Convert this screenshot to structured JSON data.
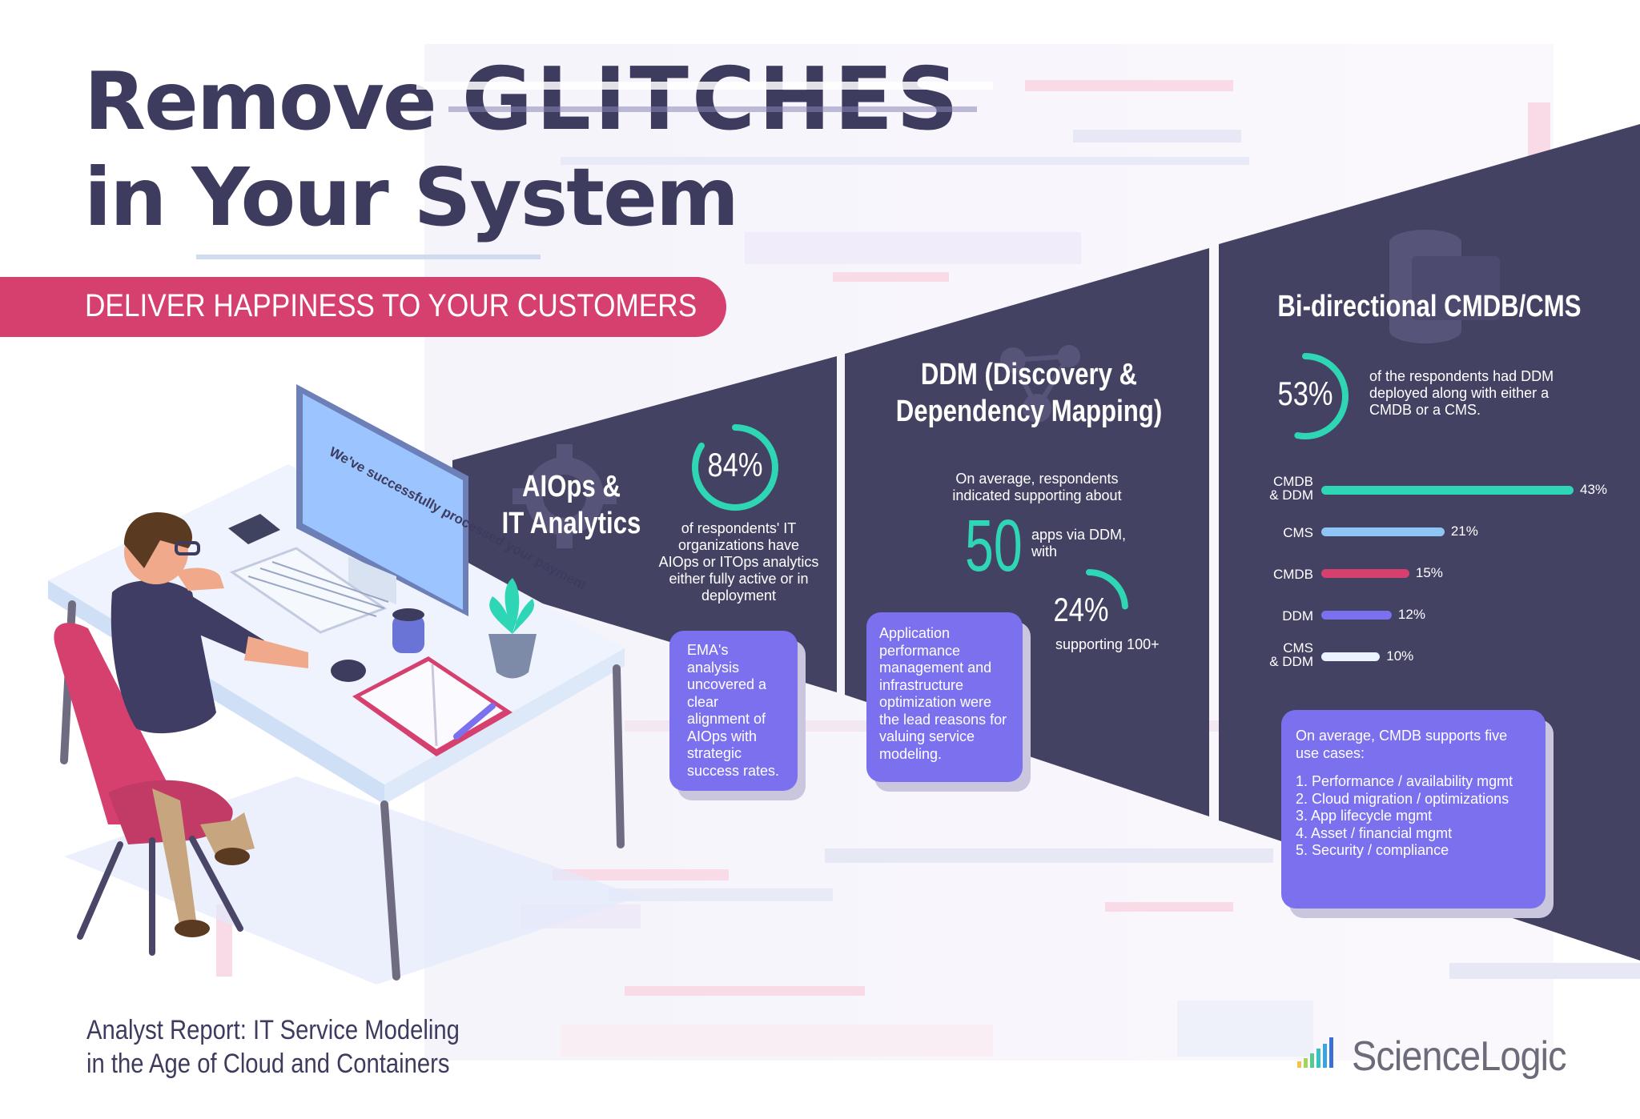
{
  "title": {
    "line1_a": "Remove",
    "line1_b": "GLITCHES",
    "line2": "in Your System"
  },
  "banner": "DELIVER HAPPINESS TO YOUR CUSTOMERS",
  "monitor_text": "We've successfully processed your payment",
  "aiops": {
    "title_line1": "AIOps &",
    "title_line2": "IT Analytics",
    "stat": "84%",
    "stat_fraction": 0.84,
    "description": "of respondents' IT organizations have AIOps or ITOps analytics either fully active or in deployment",
    "bubble": "EMA's analysis uncovered a clear alignment of AIOps with strategic success rates."
  },
  "ddm": {
    "title_line1": "DDM (Discovery &",
    "title_line2": "Dependency Mapping)",
    "intro": "On average, respondents indicated supporting about",
    "apps_number": "50",
    "apps_text": "apps via DDM, with",
    "stat": "24%",
    "stat_fraction": 0.24,
    "stat_caption": "supporting 100+",
    "bubble": "Application performance management and infrastructure optimization were the lead reasons for valuing service modeling."
  },
  "cmdb": {
    "title": "Bi-directional CMDB/CMS",
    "stat": "53%",
    "stat_fraction": 0.53,
    "description": "of the respondents had DDM deployed along with either a CMDB or a CMS.",
    "use_cases_intro": "On average, CMDB supports five use cases:",
    "use_cases": [
      "1.  Performance / availability mgmt",
      "2.  Cloud migration / optimizations",
      "3.  App lifecycle mgmt",
      "4.  Asset / financial mgmt",
      "5.  Security / compliance"
    ]
  },
  "chart_data": {
    "type": "bar",
    "orientation": "horizontal",
    "categories": [
      "CMDB & DDM",
      "CMS",
      "CMDB",
      "DDM",
      "CMS & DDM"
    ],
    "category_lines": [
      [
        "CMDB",
        "& DDM"
      ],
      [
        "CMS"
      ],
      [
        "CMDB"
      ],
      [
        "DDM"
      ],
      [
        "CMS",
        "& DDM"
      ]
    ],
    "values": [
      43,
      21,
      15,
      12,
      10
    ],
    "value_labels": [
      "43%",
      "21%",
      "15%",
      "12%",
      "10%"
    ],
    "colors": [
      "#2fd6b5",
      "#8ec5f5",
      "#d6406f",
      "#7b71ef",
      "#eaf3ff"
    ],
    "xlim": [
      0,
      43
    ]
  },
  "footer": {
    "line1": "Analyst Report: IT Service Modeling",
    "line2": "in the Age of Cloud and Containers",
    "logo_text": "ScienceLogic"
  },
  "colors": {
    "navy": "#3d3b5e",
    "pink": "#d6406f",
    "teal": "#2fd6b5",
    "purple": "#7b71ef"
  },
  "icons": [
    "gear-icon",
    "network-icon",
    "database-icon",
    "signal-bars-icon"
  ]
}
